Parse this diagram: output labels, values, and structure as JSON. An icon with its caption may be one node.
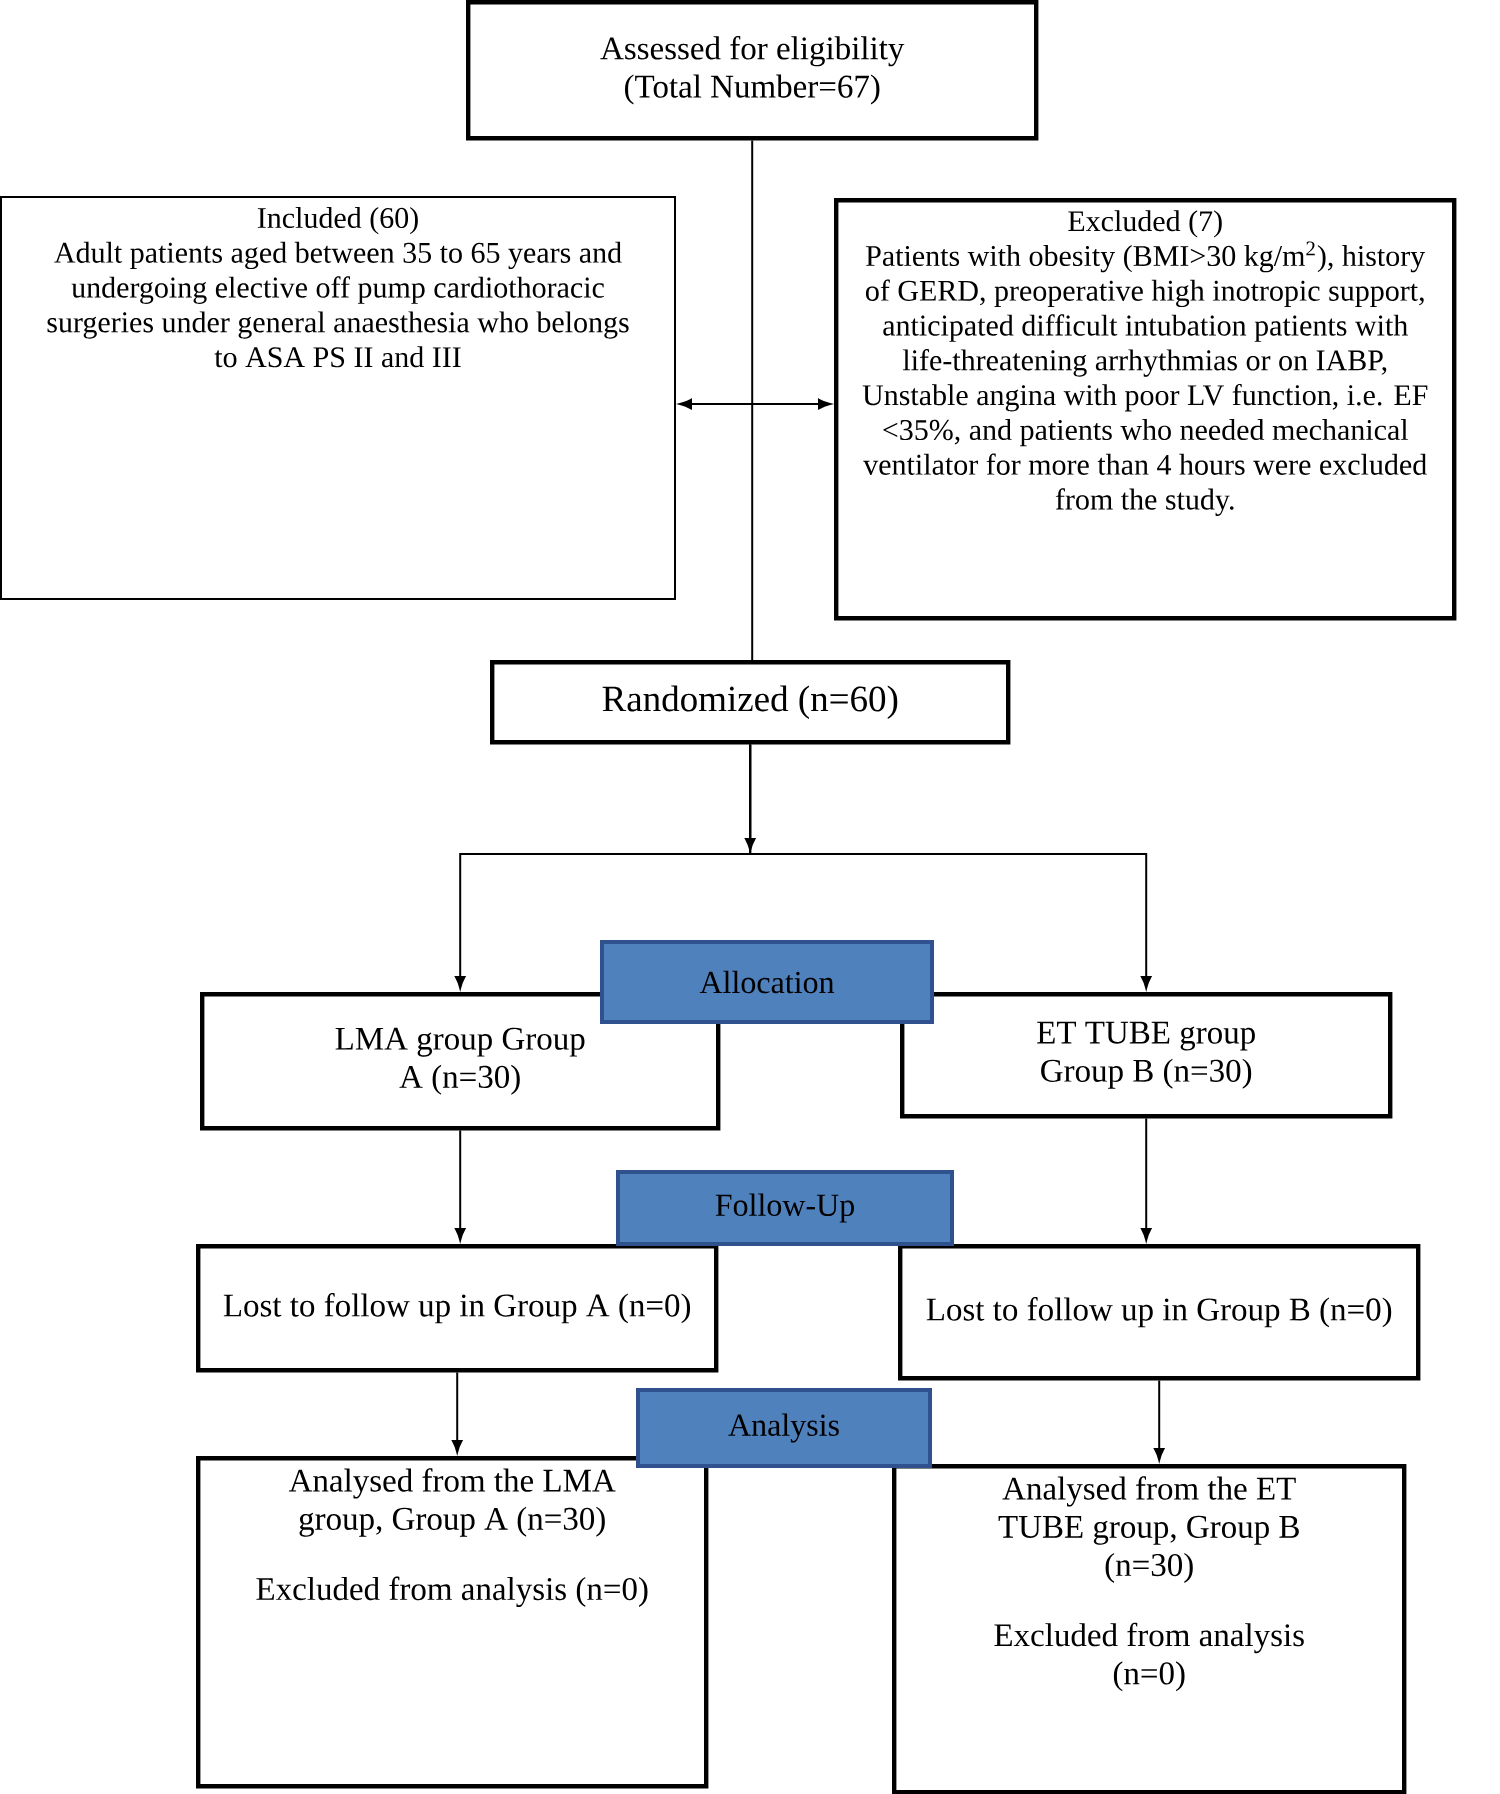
{
  "diagram": {
    "nodes": [
      {
        "text": [
          "Assessed for eligibility (Total Number=67)"
        ]
      },
      {
        "text": [
          "Included (60)",
          "Adult patients aged between 35 to 65 years and undergoing elective off pump cardiothoracic surgeries under general anaesthesia who belongs to ASA PS II and III"
        ]
      },
      {
        "text": [
          "Excluded (7)",
          "Patients with obesity (BMI>30 kg/m$^{2}$), history of GERD, preoperative high inotropic support, anticipated difficult intubation patients with life-threatening arrhythmias or on IABP, Unstable angina with poor LV function, i.e. EF <35%, and patients who needed mechanical ventilator for more than 4 hours were excluded from the study."
        ]
      },
      {
        "text": [
          "Randomized (n=60)"
        ]
      },
      {
        "text": [
          "Allocation"
        ]
      },
      {
        "text": [
          "LMA group Group A (n=30)"
        ]
      },
      {
        "text": [
          "ET TUBE group Group B (n=30)"
        ]
      },
      {
        "text": [
          "Follow-Up"
        ]
      },
      {
        "text": [
          "Lost to follow up in Group A (n=0)"
        ]
      },
      {
        "text": [
          "Lost to follow up in Group B (n=0)"
        ]
      },
      {
        "text": [
          "Analysis"
        ]
      },
      {
        "text": [
          "Analysed from the LMA group, Group A (n=30)",
          "Excluded from analysis (n=0)"
        ]
      },
      {
        "text": [
          "Analysed from the ET TUBE group, Group B (n=30)",
          "Excluded from analysis (n=0)"
        ]
      }
    ],
    "edges": [
      {
        "from": 0,
        "to": 3,
        "arrow": "none"
      },
      {
        "from": 1,
        "to": 2,
        "arrow": "both"
      },
      {
        "from": 3,
        "to": 5,
        "arrow": "to"
      },
      {
        "from": 3,
        "to": 6,
        "arrow": "to"
      },
      {
        "from": 5,
        "to": 8,
        "arrow": "to"
      },
      {
        "from": 6,
        "to": 9,
        "arrow": "to"
      },
      {
        "from": 8,
        "to": 11,
        "arrow": "to"
      },
      {
        "from": 9,
        "to": 12,
        "arrow": "to"
      }
    ]
  }
}
